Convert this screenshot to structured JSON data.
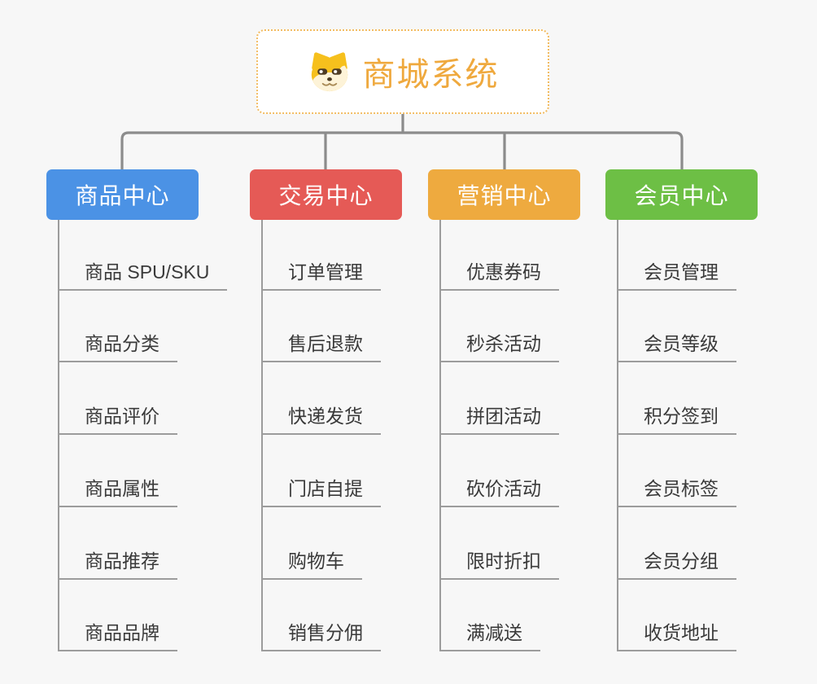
{
  "root": {
    "title": "商城系统",
    "icon": "dog-face-icon",
    "text_color": "#efa93e",
    "border_color": "#f2bc62",
    "fill": "#ffffff"
  },
  "branches": [
    {
      "label": "商品中心",
      "color": "#4b92e5",
      "children": [
        "商品 SPU/SKU",
        "商品分类",
        "商品评价",
        "商品属性",
        "商品推荐",
        "商品品牌"
      ]
    },
    {
      "label": "交易中心",
      "color": "#e55a56",
      "children": [
        "订单管理",
        "售后退款",
        "快递发货",
        "门店自提",
        "购物车",
        "销售分佣"
      ]
    },
    {
      "label": "营销中心",
      "color": "#eeaa3f",
      "children": [
        "优惠券码",
        "秒杀活动",
        "拼团活动",
        "砍价活动",
        "限时折扣",
        "满减送"
      ]
    },
    {
      "label": "会员中心",
      "color": "#6dbf45",
      "children": [
        "会员管理",
        "会员等级",
        "积分签到",
        "会员标签",
        "会员分组",
        "收货地址"
      ]
    }
  ],
  "colors": {
    "background": "#f7f7f7",
    "connector": "#8c8c8c",
    "leaf_line": "#9c9c9c",
    "leaf_text": "#3a3a3a",
    "branch_text": "#ffffff"
  }
}
